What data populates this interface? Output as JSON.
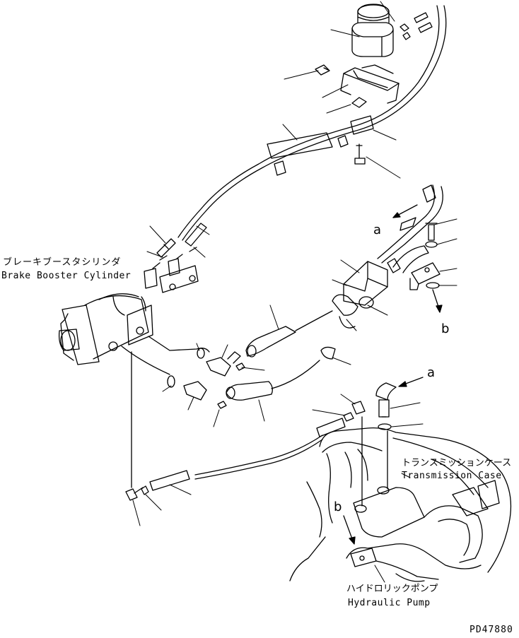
{
  "labels": {
    "brake_jp": "ブレーキブースタシリンダ",
    "brake_en": "Brake Booster Cylinder",
    "trans_jp": "トランスミッションケース",
    "trans_en": "Transmission Case",
    "pump_jp": "ハイドロリックポンプ",
    "pump_en": "Hydraulic Pump"
  },
  "markers": {
    "a": "a",
    "b": "b"
  },
  "drawing_number": "PD47880"
}
